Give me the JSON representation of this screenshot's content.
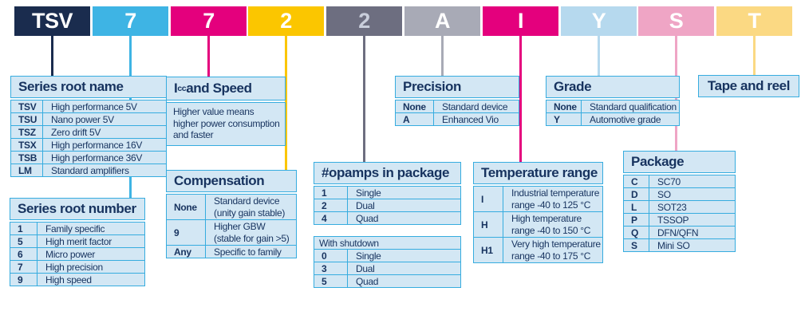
{
  "part_number_blocks": [
    {
      "label": "TSV",
      "bg": "#1a2c4e",
      "fg": "#ffffff"
    },
    {
      "label": "7",
      "bg": "#3eb4e4",
      "fg": "#ffffff"
    },
    {
      "label": "7",
      "bg": "#e4007d",
      "fg": "#ffffff"
    },
    {
      "label": "2",
      "bg": "#fbc600",
      "fg": "#ffffff"
    },
    {
      "label": "2",
      "bg": "#6d6e80",
      "fg": "#c9cedb"
    },
    {
      "label": "A",
      "bg": "#a8aab6",
      "fg": "#ffffff"
    },
    {
      "label": "I",
      "bg": "#e4007d",
      "fg": "#ffffff"
    },
    {
      "label": "Y",
      "bg": "#b6d9ee",
      "fg": "#ffffff"
    },
    {
      "label": "S",
      "bg": "#efa5c5",
      "fg": "#ffffff"
    },
    {
      "label": "T",
      "bg": "#fbd983",
      "fg": "#ffffff"
    }
  ],
  "boxes": {
    "series_root_name": {
      "title": "Series root name",
      "rows": [
        {
          "code": "TSV",
          "desc": "High performance 5V"
        },
        {
          "code": "TSU",
          "desc": "Nano power 5V"
        },
        {
          "code": "TSZ",
          "desc": "Zero drift 5V"
        },
        {
          "code": "TSX",
          "desc": "High performance 16V"
        },
        {
          "code": "TSB",
          "desc": "High performance 36V"
        },
        {
          "code": "LM",
          "desc": "Standard amplifiers"
        }
      ]
    },
    "icc_and_speed": {
      "title_main": "I",
      "title_sub": "cc",
      "title_rest": " and Speed",
      "body": "Higher value means higher power consumption and faster"
    },
    "series_root_number": {
      "title": "Series root number",
      "rows": [
        {
          "code": "1",
          "desc": "Family specific"
        },
        {
          "code": "5",
          "desc": "High merit factor"
        },
        {
          "code": "6",
          "desc": "Micro power"
        },
        {
          "code": "7",
          "desc": "High precision"
        },
        {
          "code": "9",
          "desc": "High speed"
        }
      ]
    },
    "compensation": {
      "title": "Compensation",
      "rows": [
        {
          "code": "None",
          "desc": "Standard device (unity gain stable)"
        },
        {
          "code": "9",
          "desc": "Higher GBW (stable for gain >5)"
        },
        {
          "code": "Any",
          "desc": "Specific to family"
        }
      ]
    },
    "opamps_in_package": {
      "title": "#opamps in package",
      "rows": [
        {
          "code": "1",
          "desc": "Single"
        },
        {
          "code": "2",
          "desc": "Dual"
        },
        {
          "code": "4",
          "desc": "Quad"
        }
      ],
      "subheader": "With shutdown",
      "shutdown_rows": [
        {
          "code": "0",
          "desc": "Single"
        },
        {
          "code": "3",
          "desc": "Dual"
        },
        {
          "code": "5",
          "desc": "Quad"
        }
      ]
    },
    "precision": {
      "title": "Precision",
      "rows": [
        {
          "code": "None",
          "desc": "Standard device"
        },
        {
          "code": "A",
          "desc": "Enhanced Vio"
        }
      ]
    },
    "temperature_range": {
      "title": "Temperature range",
      "rows": [
        {
          "code": "I",
          "desc": "Industrial temperature range -40 to 125 °C"
        },
        {
          "code": "H",
          "desc": "High temperature range -40 to 150 °C"
        },
        {
          "code": "H1",
          "desc": "Very high temperature range -40 to 175 °C"
        }
      ]
    },
    "grade": {
      "title": "Grade",
      "rows": [
        {
          "code": "None",
          "desc": "Standard qualification"
        },
        {
          "code": "Y",
          "desc": "Automotive grade"
        }
      ]
    },
    "package": {
      "title": "Package",
      "rows": [
        {
          "code": "C",
          "desc": "SC70"
        },
        {
          "code": "D",
          "desc": "SO"
        },
        {
          "code": "L",
          "desc": "SOT23"
        },
        {
          "code": "P",
          "desc": "TSSOP"
        },
        {
          "code": "Q",
          "desc": "DFN/QFN"
        },
        {
          "code": "S",
          "desc": "Mini SO"
        }
      ]
    },
    "tape_and_reel": {
      "title": "Tape and reel"
    }
  },
  "colors": {
    "table_fill": "#d3e7f4",
    "table_border": "#36acdf",
    "text": "#17335f"
  }
}
